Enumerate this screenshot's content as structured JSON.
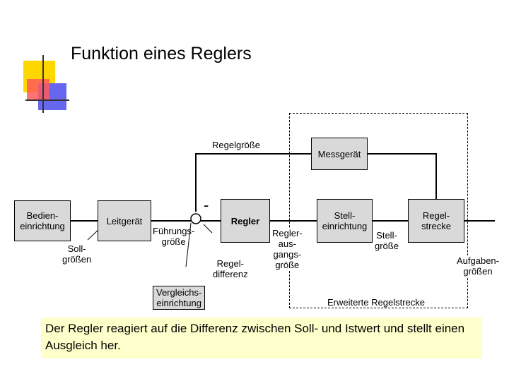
{
  "title": "Funktion eines Reglers",
  "boxes": {
    "bedien": "Bedien-\neinrichtung",
    "leitgeraet": "Leitgerät",
    "regler": "Regler",
    "messgeraet": "Messgerät",
    "stelleinrichtung": "Stell-\neinrichtung",
    "regelstrecke": "Regel-\nstrecke"
  },
  "labels": {
    "regelgroesse": "Regelgröße",
    "sollgroessen": "Soll-\ngrößen",
    "fuehrungsgroesse": "Führungs-\ngröße",
    "minus": "-",
    "regeldifferenz": "Regel-\ndifferenz",
    "vergleichseinrichtung": "Vergleichs-\neinrichtung",
    "reglerausgangsgroesse": "Regler-\naus-\ngangs-\ngröße",
    "stellgroesse": "Stell-\ngröße",
    "aufgabengroessen": "Aufgaben-\ngrößen",
    "erweiterte_regelstrecke": "Erweiterte Regelstrecke"
  },
  "note": "Der Regler reagiert auf die Differenz zwischen Soll- und Istwert und stellt einen Ausgleich her.",
  "colors": {
    "deco_yellow": "#ffd700",
    "deco_red": "#ff5a5a",
    "deco_blue": "#6666ee",
    "box_fill": "#d9d9d9",
    "note_fill": "#ffffcc"
  }
}
